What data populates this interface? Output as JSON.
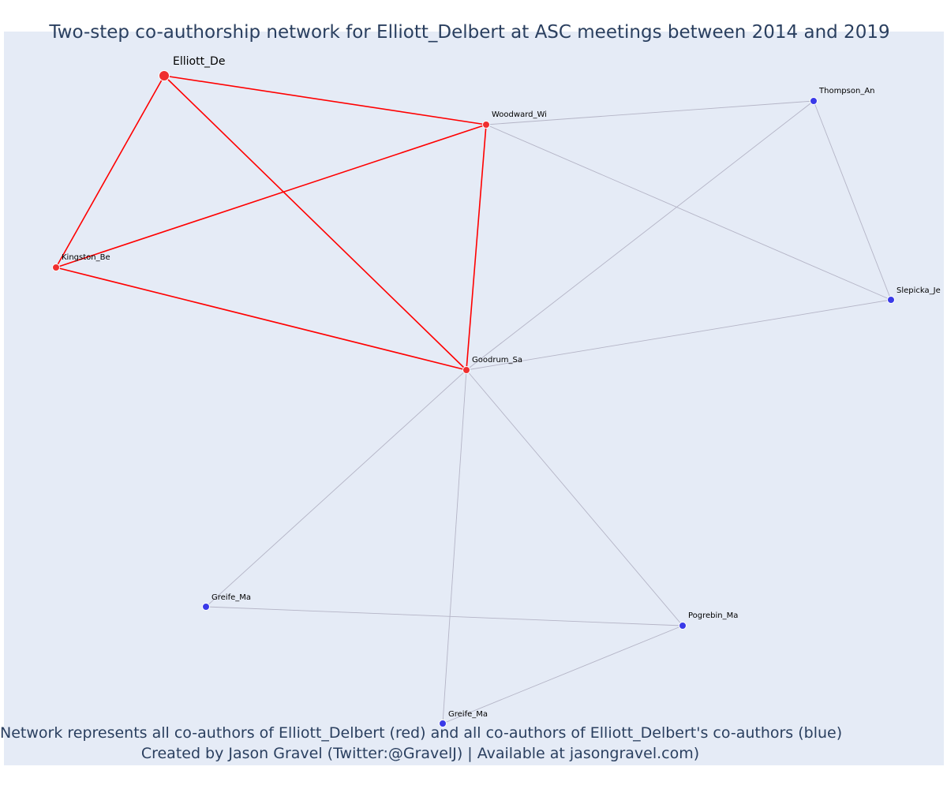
{
  "title": "Two-step co-authorship network for Elliott_Delbert at ASC meetings between 2014 and 2019",
  "caption": {
    "line1": "Network represents all co-authors of Elliott_Delbert (red) and all co-authors of Elliott_Delbert's co-authors (blue)",
    "line2": "Created by Jason Gravel (Twitter:@GravelJ) | Available at jasongravel.com)"
  },
  "colors": {
    "plot_background": "#e5ebf6",
    "focal_node": "#ef2f2f",
    "coauthor_node": "#ef2f2f",
    "second_degree_node": "#3a3ae8",
    "focal_edge": "#ff0000",
    "other_edge": "#b4b4c6"
  },
  "network": {
    "focal": "Elliott_De",
    "nodes": [
      {
        "id": "elliott",
        "label": "Elliott_De",
        "group": "focal"
      },
      {
        "id": "woodward",
        "label": "Woodward_Wi",
        "group": "coauthor"
      },
      {
        "id": "kingston",
        "label": "Kingston_Be",
        "group": "coauthor"
      },
      {
        "id": "goodrum",
        "label": "Goodrum_Sa",
        "group": "coauthor"
      },
      {
        "id": "thompson",
        "label": "Thompson_An",
        "group": "second_degree"
      },
      {
        "id": "slepicka",
        "label": "Slepicka_Je",
        "group": "second_degree"
      },
      {
        "id": "greife1",
        "label": "Greife_Ma",
        "group": "second_degree"
      },
      {
        "id": "pogrebin",
        "label": "Pogrebin_Ma",
        "group": "second_degree"
      },
      {
        "id": "greife2",
        "label": "Greife_Ma",
        "group": "second_degree"
      }
    ],
    "edges": [
      {
        "source": "elliott",
        "target": "woodward",
        "type": "focal"
      },
      {
        "source": "elliott",
        "target": "kingston",
        "type": "focal"
      },
      {
        "source": "elliott",
        "target": "goodrum",
        "type": "focal"
      },
      {
        "source": "kingston",
        "target": "woodward",
        "type": "focal"
      },
      {
        "source": "kingston",
        "target": "goodrum",
        "type": "focal"
      },
      {
        "source": "woodward",
        "target": "goodrum",
        "type": "focal"
      },
      {
        "source": "woodward",
        "target": "thompson",
        "type": "other"
      },
      {
        "source": "woodward",
        "target": "slepicka",
        "type": "other"
      },
      {
        "source": "thompson",
        "target": "slepicka",
        "type": "other"
      },
      {
        "source": "thompson",
        "target": "goodrum",
        "type": "other"
      },
      {
        "source": "slepicka",
        "target": "goodrum",
        "type": "other"
      },
      {
        "source": "goodrum",
        "target": "greife1",
        "type": "other"
      },
      {
        "source": "goodrum",
        "target": "pogrebin",
        "type": "other"
      },
      {
        "source": "goodrum",
        "target": "greife2",
        "type": "other"
      },
      {
        "source": "greife1",
        "target": "pogrebin",
        "type": "other"
      },
      {
        "source": "pogrebin",
        "target": "greife2",
        "type": "other"
      }
    ]
  }
}
